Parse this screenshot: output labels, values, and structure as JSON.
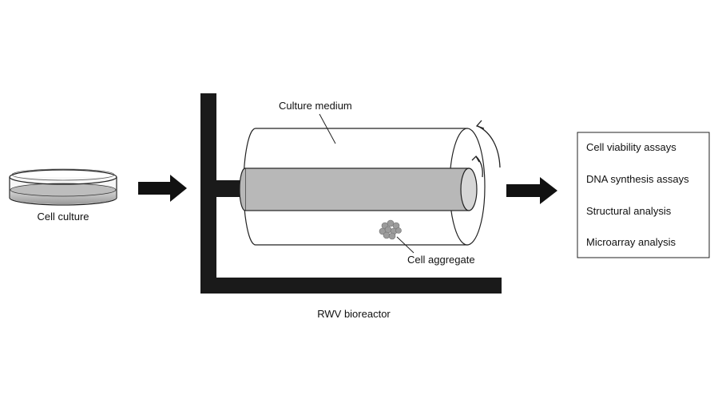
{
  "labels": {
    "cell_culture": "Cell culture",
    "culture_medium": "Culture medium",
    "cell_aggregate": "Cell aggregate",
    "bioreactor": "RWV bioreactor"
  },
  "analysis_box": {
    "items": [
      "Cell viability assays",
      "DNA synthesis assays",
      "Structural analysis",
      "Microarray analysis"
    ]
  }
}
